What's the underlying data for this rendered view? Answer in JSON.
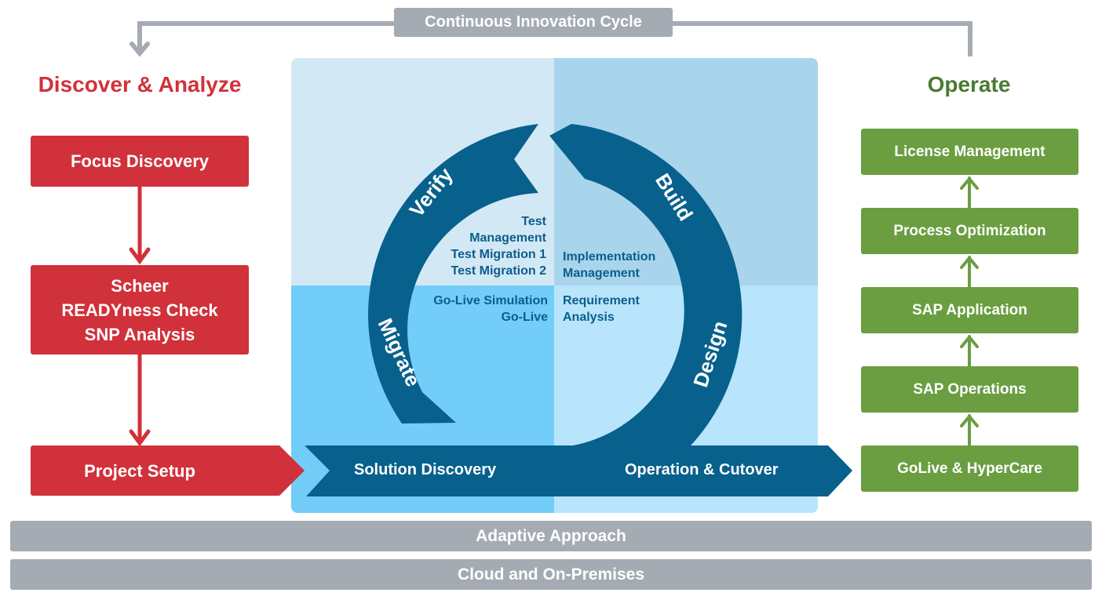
{
  "top_cycle": {
    "label": "Continuous Innovation Cycle"
  },
  "discover": {
    "title": "Discover & Analyze",
    "steps": [
      {
        "label": "Focus Discovery"
      },
      {
        "lines": [
          "Scheer",
          "READYness Check",
          "SNP Analysis"
        ]
      },
      {
        "label": "Project Setup"
      }
    ]
  },
  "center": {
    "arc_labels": {
      "verify": "Verify",
      "build": "Build",
      "migrate": "Migrate",
      "design": "Design"
    },
    "quadrants": {
      "top_left": [
        "Test",
        "Management",
        "Test Migration 1",
        "Test Migration 2"
      ],
      "top_right": [
        "Implementation",
        "Management"
      ],
      "bottom_left": [
        "Go-Live Simulation",
        "Go-Live"
      ],
      "bottom_right": [
        "Requirement",
        "Analysis"
      ]
    },
    "flow_arrow": {
      "left_label": "Solution Discovery",
      "right_label": "Operation & Cutover"
    }
  },
  "operate": {
    "title": "Operate",
    "steps": [
      "License Management",
      "Process Optimization",
      "SAP Application",
      "SAP Operations",
      "GoLive & HyperCare"
    ]
  },
  "bottom_bars": [
    "Adaptive Approach",
    "Cloud and On-Premises"
  ],
  "colors": {
    "red": "#d1313a",
    "red_bg": "#f5d6d8",
    "green": "#6a9e40",
    "green_bg": "#e2eedb",
    "green_title": "#4a7a33",
    "navy": "#08608c",
    "gray": "#a4abb2",
    "blue_q1": "#d3e8f5",
    "blue_q2": "#a8d5ec",
    "blue_q3": "#73cdf9",
    "blue_q4": "#b8e5fb"
  }
}
